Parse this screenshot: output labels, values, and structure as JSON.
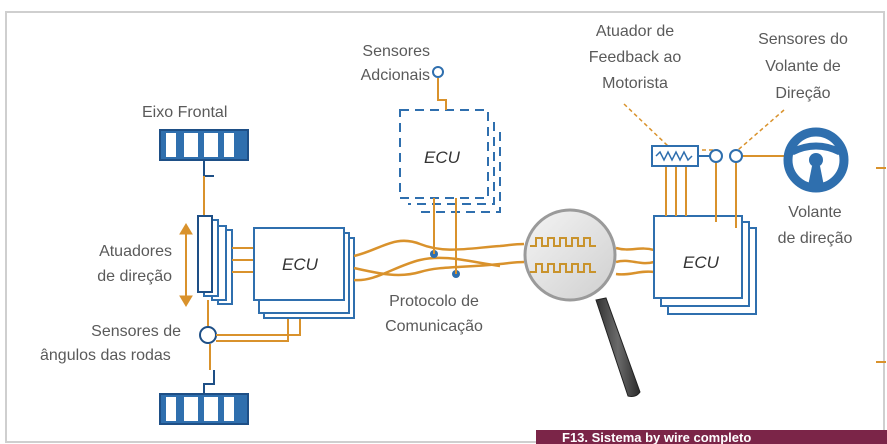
{
  "labels": {
    "eixo_frontal": "Eixo Frontal",
    "atuadores_l1": "Atuadores",
    "atuadores_l2": "de direção",
    "sensores_angulos_l1": "Sensores de",
    "sensores_angulos_l2": "ângulos das rodas",
    "sensores_adicionais_l1": "Sensores",
    "sensores_adicionais_l2": "Adcionais",
    "protocolo_l1": "Protocolo de",
    "protocolo_l2": "Comunicação",
    "atuador_feedback_l1": "Atuador de",
    "atuador_feedback_l2": "Feedback ao",
    "atuador_feedback_l3": "Motorista",
    "sensores_volante_l1": "Sensores do",
    "sensores_volante_l2": "Volante de",
    "sensores_volante_l3": "Direção",
    "volante_l1": "Volante",
    "volante_l2": "de direção",
    "ecu_left": "ECU",
    "ecu_center": "ECU",
    "ecu_right": "ECU"
  },
  "caption": "F13. Sistema by wire completo",
  "colors": {
    "orange": "#d9922c",
    "blue": "#2f6fae",
    "dark_blue": "#1e4f86",
    "caption_bg": "#7b2548"
  }
}
